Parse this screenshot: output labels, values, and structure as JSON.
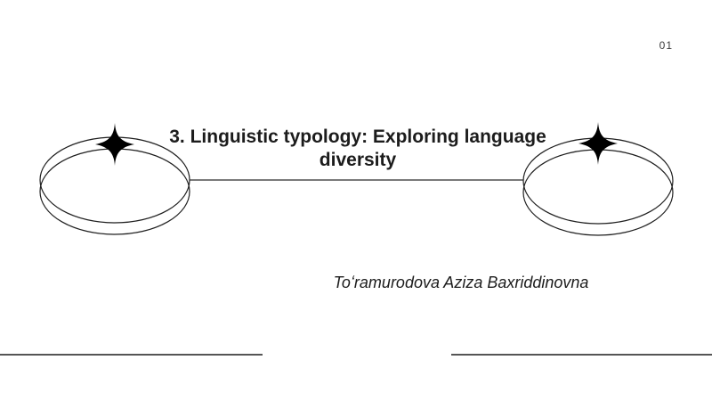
{
  "slide": {
    "page_number": "01",
    "title": "3. Linguistic typology: Exploring language diversity",
    "author": "Toʻramurodova Aziza Baxriddinovna",
    "decorations": {
      "left_ornament": "double-ellipse-ring-with-sparkle-icon",
      "right_ornament": "double-ellipse-ring-with-sparkle-icon",
      "connector": "horizontal-line-between-rings",
      "footer_rules": "two-horizontal-lines-bottom"
    },
    "colors": {
      "background": "#ffffff",
      "text": "#1c1c1c",
      "shape_stroke": "#1f1f1f",
      "sparkle_fill": "#000000",
      "footer_line": "#555555"
    }
  }
}
